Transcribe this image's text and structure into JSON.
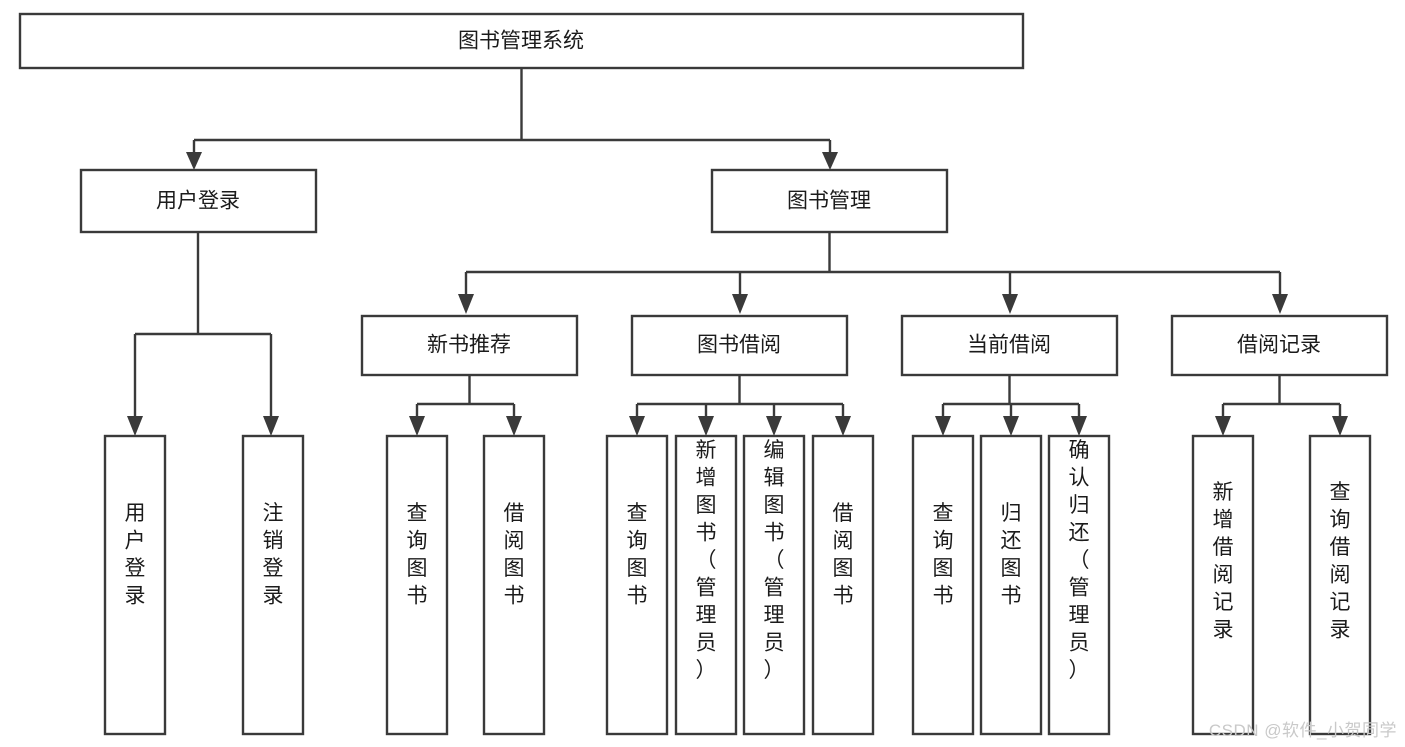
{
  "diagram": {
    "title": "图书管理系统",
    "type": "tree-hierarchy",
    "colors": {
      "box_stroke": "#3a3a3a",
      "box_fill": "#ffffff",
      "connector": "#3a3a3a",
      "text": "#1b1b1b",
      "background": "#ffffff",
      "watermark": "#c9c9c9"
    },
    "root": {
      "label": "图书管理系统"
    },
    "level2": [
      {
        "label": "用户登录"
      },
      {
        "label": "图书管理"
      }
    ],
    "level3": [
      {
        "label": "新书推荐"
      },
      {
        "label": "图书借阅"
      },
      {
        "label": "当前借阅"
      },
      {
        "label": "借阅记录"
      }
    ],
    "leaves": {
      "user_login": [
        {
          "label": "用户登录"
        },
        {
          "label": "注销登录"
        }
      ],
      "new_book_recommend": [
        {
          "label": "查询图书"
        },
        {
          "label": "借阅图书"
        }
      ],
      "book_borrow": [
        {
          "label": "查询图书"
        },
        {
          "label": "新增图书（管理员）"
        },
        {
          "label": "编辑图书（管理员）"
        },
        {
          "label": "借阅图书"
        }
      ],
      "current_borrow": [
        {
          "label": "查询图书"
        },
        {
          "label": "归还图书"
        },
        {
          "label": "确认归还（管理员）"
        }
      ],
      "borrow_record": [
        {
          "label": "新增借阅记录"
        },
        {
          "label": "查询借阅记录"
        }
      ]
    }
  },
  "watermark": {
    "text": "CSDN @软件_小贺同学"
  }
}
